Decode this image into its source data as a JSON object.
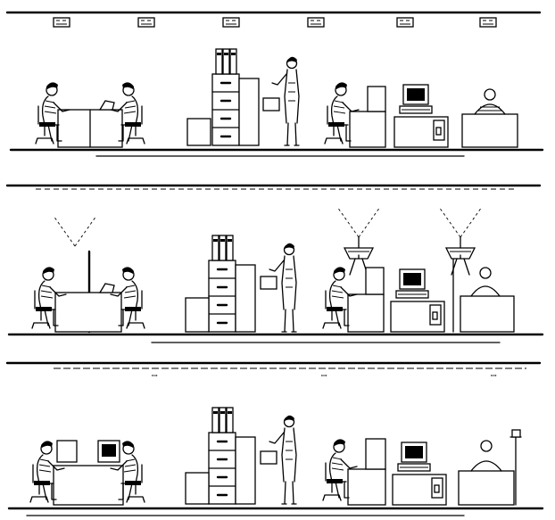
{
  "title": "",
  "panels": [
    {
      "id": "top",
      "labels": []
    },
    {
      "id": "middle",
      "labels": []
    },
    {
      "id": "bottom",
      "labels": [
        "ꟷ",
        "ꟷ",
        "ꟷ"
      ]
    }
  ]
}
